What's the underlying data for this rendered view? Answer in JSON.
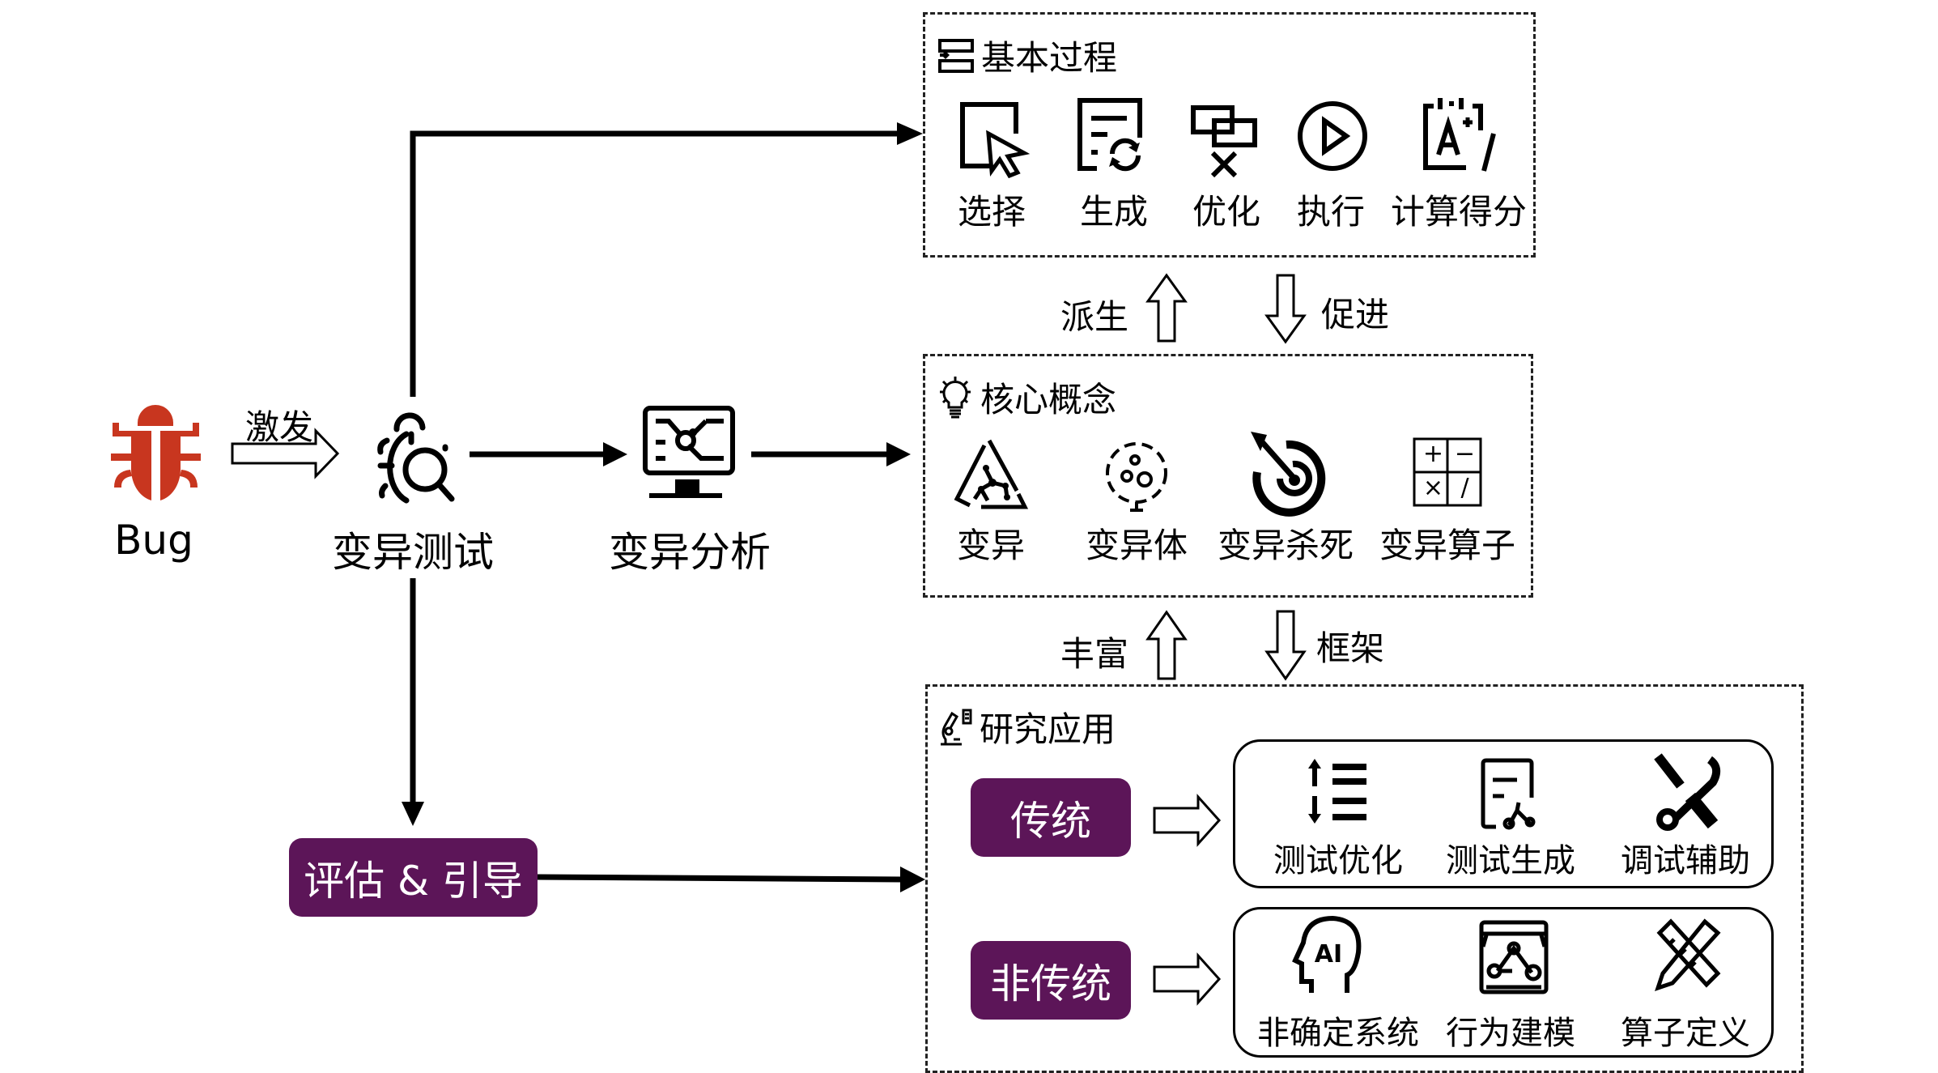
{
  "colors": {
    "bug": "#c8361f",
    "accent_purple": "#5c1558",
    "ink": "#000000"
  },
  "left_flow": {
    "bug": {
      "label": "Bug",
      "icon": "bug-icon"
    },
    "trigger_label": "激发",
    "mutation_testing": {
      "label": "变异测试",
      "icon": "bug-search-icon"
    },
    "mutation_analysis": {
      "label": "变异分析",
      "icon": "monitor-flow-icon"
    },
    "evaluate_guide": {
      "label": "评估 & 引导"
    }
  },
  "basic_process": {
    "title": "基本过程",
    "title_icon": "process-flow-icon",
    "items": [
      {
        "label": "选择",
        "icon": "select-cursor-icon"
      },
      {
        "label": "生成",
        "icon": "generate-doc-icon"
      },
      {
        "label": "优化",
        "icon": "optimize-icon"
      },
      {
        "label": "执行",
        "icon": "play-circle-icon"
      },
      {
        "label": "计算得分",
        "icon": "score-clipboard-icon"
      }
    ]
  },
  "links_1_2": {
    "up_label": "派生",
    "down_label": "促进"
  },
  "core_concepts": {
    "title": "核心概念",
    "title_icon": "lightbulb-icon",
    "items": [
      {
        "label": "变异",
        "icon": "mutation-cycle-icon"
      },
      {
        "label": "变异体",
        "icon": "mutant-virus-icon"
      },
      {
        "label": "变异杀死",
        "icon": "target-kill-icon"
      },
      {
        "label": "变异算子",
        "icon": "operator-grid-icon"
      }
    ],
    "operator_symbols": [
      "+",
      "−",
      "×",
      "/"
    ]
  },
  "links_2_3": {
    "up_label": "丰富",
    "down_label": "框架"
  },
  "research_applications": {
    "title": "研究应用",
    "title_icon": "microscope-icon",
    "traditional": {
      "label": "传统",
      "items": [
        {
          "label": "测试优化",
          "icon": "sort-list-icon"
        },
        {
          "label": "测试生成",
          "icon": "doc-graph-icon"
        },
        {
          "label": "调试辅助",
          "icon": "debug-tools-icon"
        }
      ]
    },
    "non_traditional": {
      "label": "非传统",
      "items": [
        {
          "label": "非确定系统",
          "icon": "ai-head-icon",
          "icon_text": "AI"
        },
        {
          "label": "行为建模",
          "icon": "behavior-model-icon"
        },
        {
          "label": "算子定义",
          "icon": "pencil-ruler-icon"
        }
      ]
    }
  }
}
